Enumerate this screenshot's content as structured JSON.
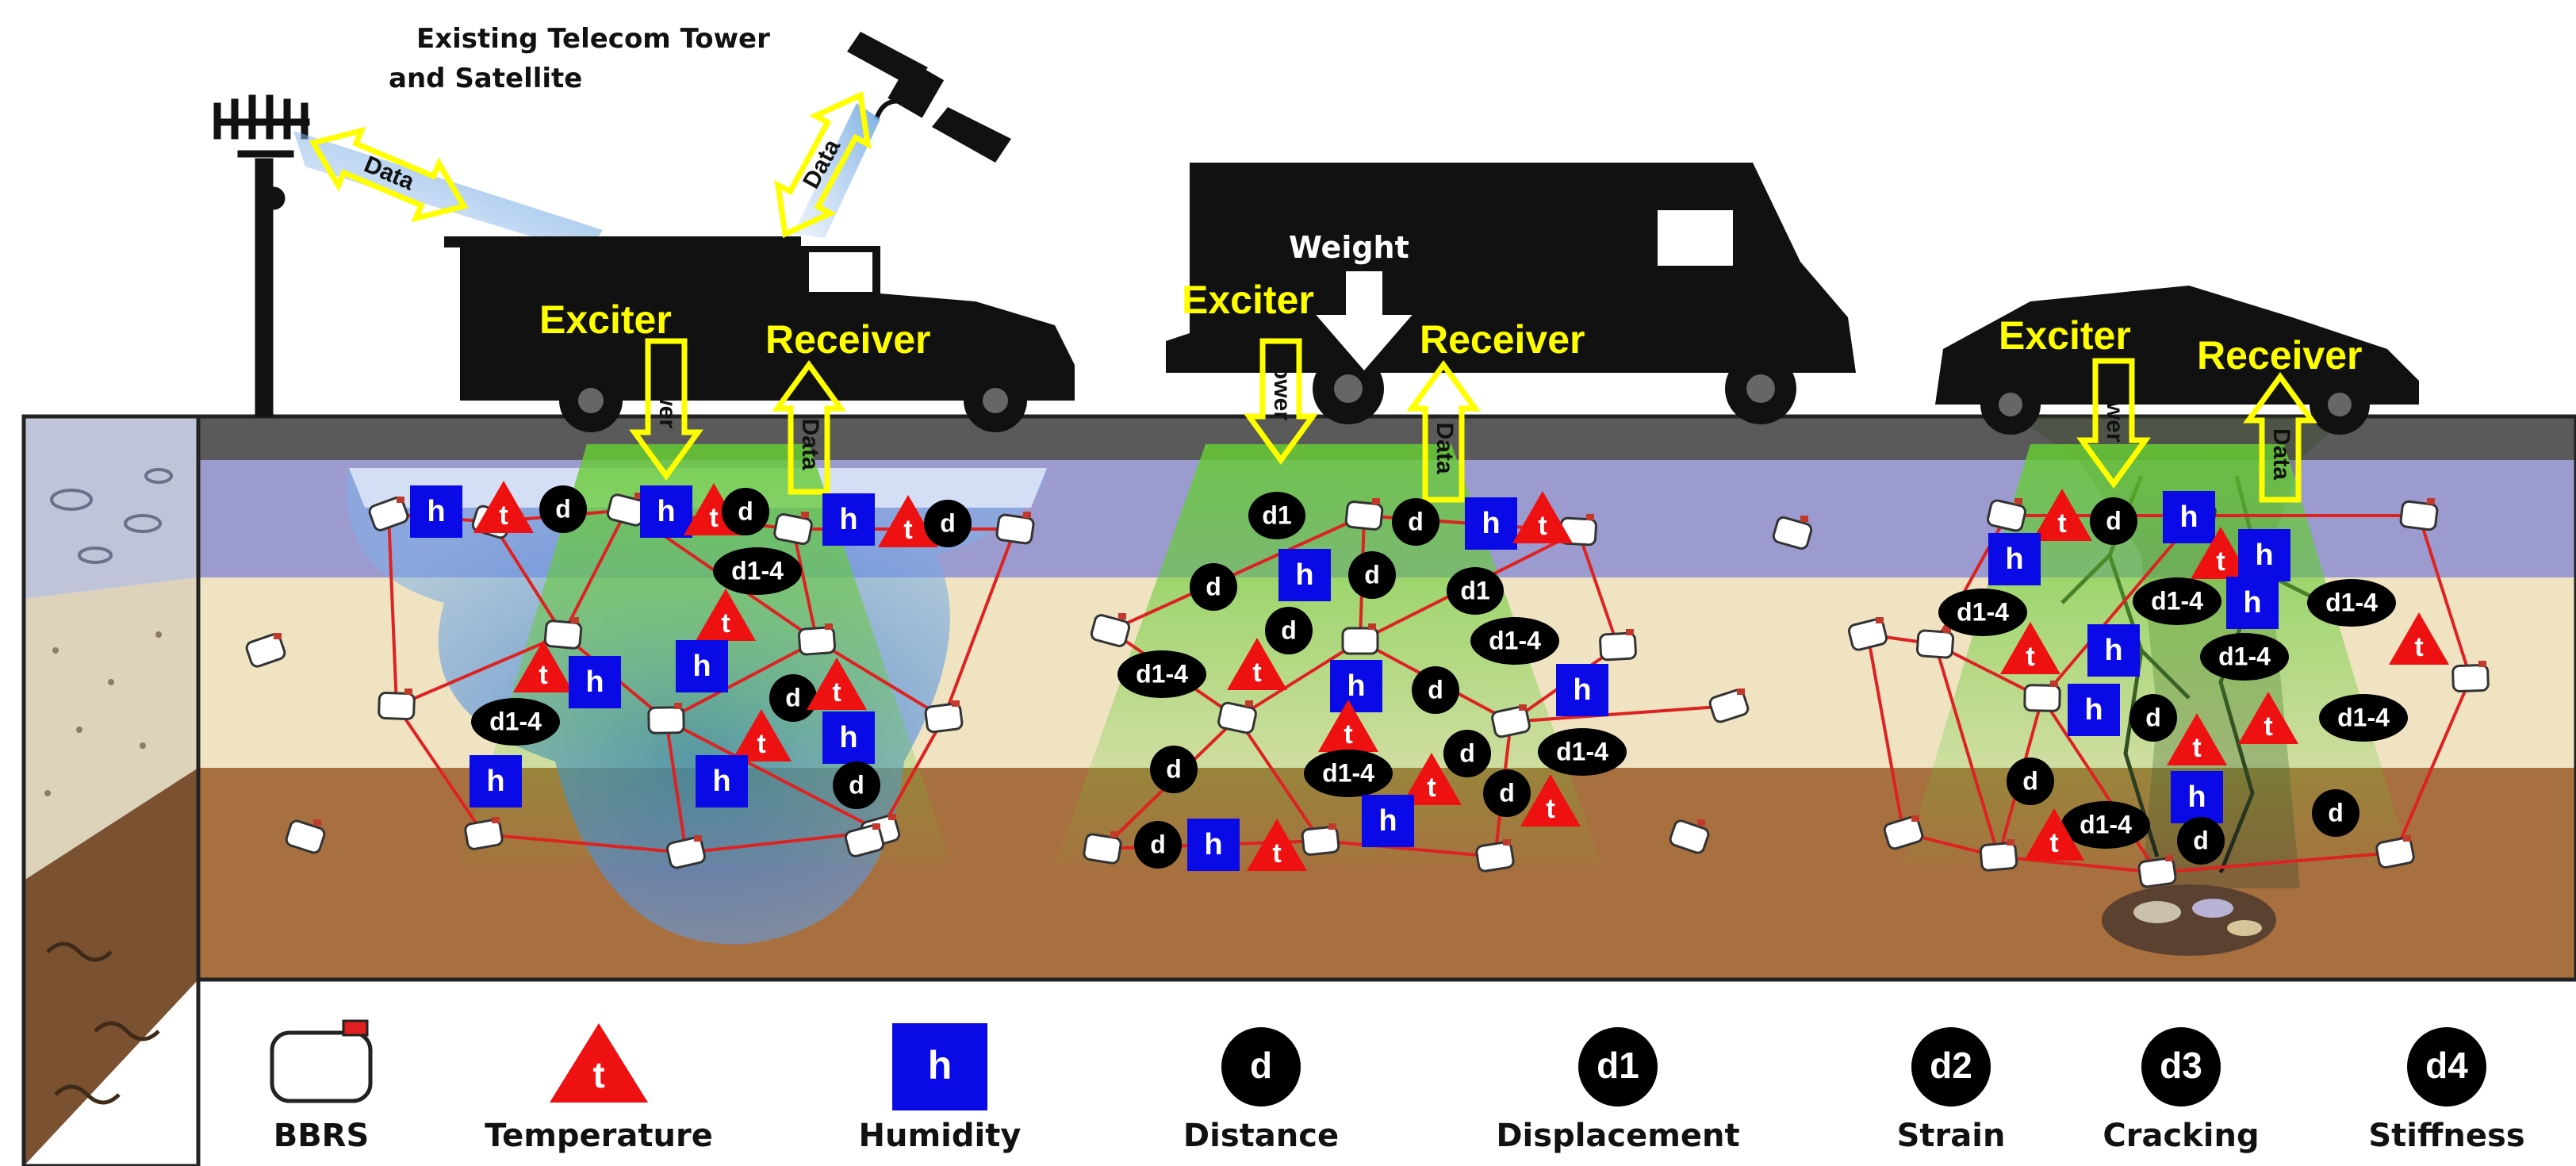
{
  "caption": "Existing Telecom Tower and Satellite",
  "weight_label": "Weight",
  "exciter_label": "Exciter",
  "receiver_label": "Receiver",
  "power_label": "Power",
  "data_label": "Data",
  "markers": {
    "humidity": "h",
    "temperature": "t",
    "distance": "d",
    "displacement": "d1",
    "combined": "d1-4"
  },
  "legend": [
    {
      "symbol_type": "bbrs",
      "symbol_text": "",
      "label": "BBRS"
    },
    {
      "symbol_type": "temperature",
      "symbol_text": "t",
      "label": "Temperature"
    },
    {
      "symbol_type": "humidity",
      "symbol_text": "h",
      "label": "Humidity"
    },
    {
      "symbol_type": "distance",
      "symbol_text": "d",
      "label": "Distance"
    },
    {
      "symbol_type": "displacement",
      "symbol_text": "d1",
      "label": "Displacement"
    },
    {
      "symbol_type": "strain",
      "symbol_text": "d2",
      "label": "Strain"
    },
    {
      "symbol_type": "cracking",
      "symbol_text": "d3",
      "label": "Cracking"
    },
    {
      "symbol_type": "stiffness",
      "symbol_text": "d4",
      "label": "Stiffness"
    }
  ],
  "colors": {
    "surface": "#5a5a5a",
    "surface_layer": "#9b9bd0",
    "base_layer": "#efe3c2",
    "subgrade": "#a86f3f",
    "beam": "#66cc33",
    "water": "#4d8fd6",
    "arrow_fill": "#ffff00",
    "temperature": "#ee1111",
    "humidity": "#0a0ae6",
    "distance": "#000000",
    "link": "#dd2222"
  }
}
